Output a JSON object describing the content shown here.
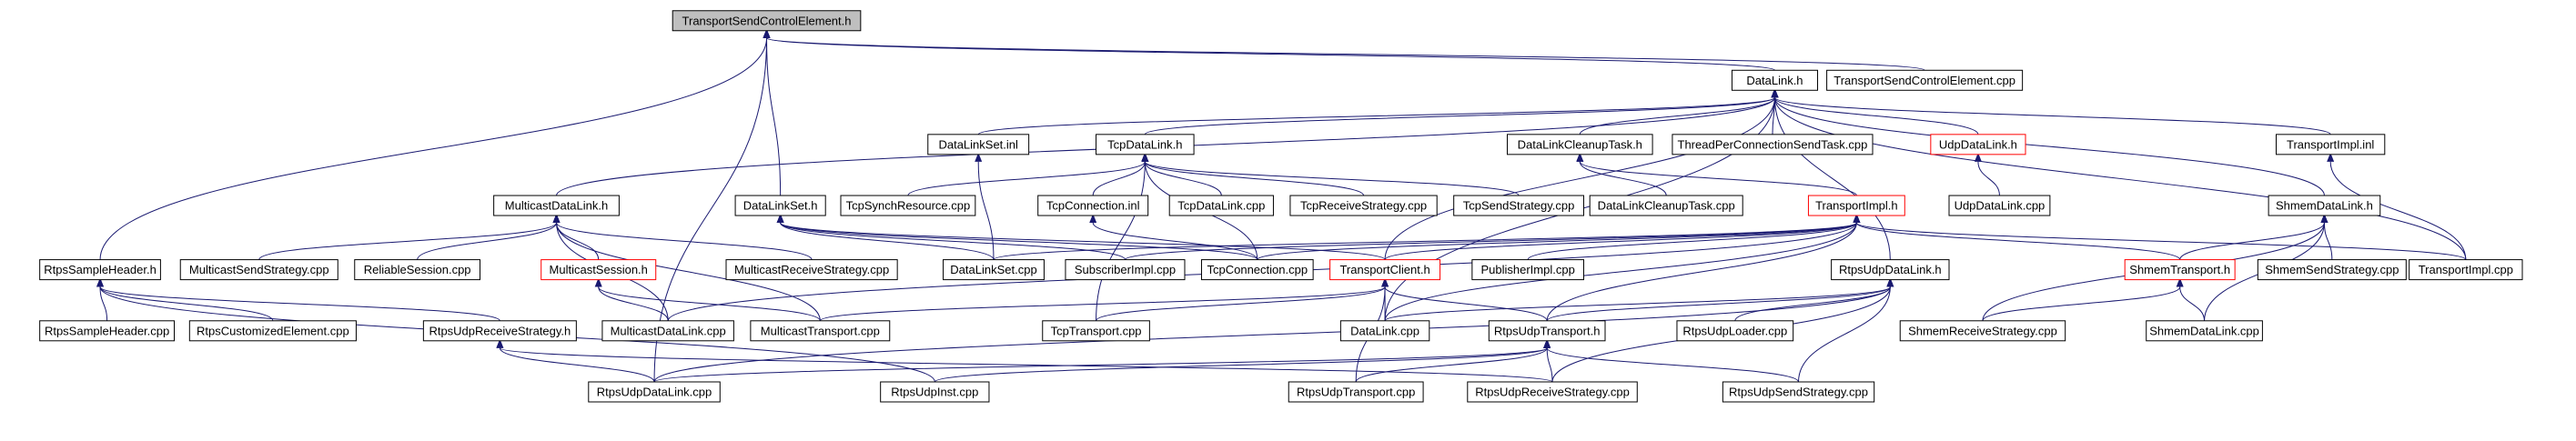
{
  "diagram": {
    "colors": {
      "root_fill": "#bfbfbf",
      "node_fill": "#ffffff",
      "node_border": "#000000",
      "broken_border": "#ff0000",
      "edge": "#191970"
    },
    "nodes": {
      "TransportSendControlElement_h": {
        "label": "TransportSendControlElement.h",
        "root": true
      },
      "DataLink_h": {
        "label": "DataLink.h"
      },
      "TransportSendControlElement_cpp": {
        "label": "TransportSendControlElement.cpp"
      },
      "DataLinkSet_inl": {
        "label": "DataLinkSet.inl"
      },
      "TcpDataLink_h": {
        "label": "TcpDataLink.h"
      },
      "DataLinkCleanupTask_h": {
        "label": "DataLinkCleanupTask.h"
      },
      "ThreadPerConnectionSendTask_cpp": {
        "label": "ThreadPerConnectionSendTask.cpp"
      },
      "UdpDataLink_h": {
        "label": "UdpDataLink.h",
        "broken": true
      },
      "TransportImpl_inl": {
        "label": "TransportImpl.inl"
      },
      "MulticastDataLink_h": {
        "label": "MulticastDataLink.h"
      },
      "DataLinkSet_h": {
        "label": "DataLinkSet.h"
      },
      "TcpSynchResource_cpp": {
        "label": "TcpSynchResource.cpp"
      },
      "TcpConnection_inl": {
        "label": "TcpConnection.inl"
      },
      "TcpDataLink_cpp": {
        "label": "TcpDataLink.cpp"
      },
      "TcpReceiveStrategy_cpp": {
        "label": "TcpReceiveStrategy.cpp"
      },
      "TcpSendStrategy_cpp": {
        "label": "TcpSendStrategy.cpp"
      },
      "DataLinkCleanupTask_cpp": {
        "label": "DataLinkCleanupTask.cpp"
      },
      "TransportImpl_h": {
        "label": "TransportImpl.h",
        "broken": true
      },
      "UdpDataLink_cpp": {
        "label": "UdpDataLink.cpp"
      },
      "ShmemDataLink_h": {
        "label": "ShmemDataLink.h"
      },
      "RtpsSampleHeader_h": {
        "label": "RtpsSampleHeader.h"
      },
      "MulticastSendStrategy_cpp": {
        "label": "MulticastSendStrategy.cpp"
      },
      "ReliableSession_cpp": {
        "label": "ReliableSession.cpp"
      },
      "MulticastSession_h": {
        "label": "MulticastSession.h",
        "broken": true
      },
      "MulticastReceiveStrategy_cpp": {
        "label": "MulticastReceiveStrategy.cpp"
      },
      "DataLinkSet_cpp": {
        "label": "DataLinkSet.cpp"
      },
      "SubscriberImpl_cpp": {
        "label": "SubscriberImpl.cpp"
      },
      "TcpConnection_cpp": {
        "label": "TcpConnection.cpp"
      },
      "TransportClient_h": {
        "label": "TransportClient.h",
        "broken": true
      },
      "PublisherImpl_cpp": {
        "label": "PublisherImpl.cpp"
      },
      "RtpsUdpDataLink_h": {
        "label": "RtpsUdpDataLink.h"
      },
      "ShmemTransport_h": {
        "label": "ShmemTransport.h",
        "broken": true
      },
      "ShmemSendStrategy_cpp": {
        "label": "ShmemSendStrategy.cpp"
      },
      "TransportImpl_cpp": {
        "label": "TransportImpl.cpp"
      },
      "RtpsSampleHeader_cpp": {
        "label": "RtpsSampleHeader.cpp"
      },
      "RtpsCustomizedElement_cpp": {
        "label": "RtpsCustomizedElement.cpp"
      },
      "RtpsUdpReceiveStrategy_h": {
        "label": "RtpsUdpReceiveStrategy.h"
      },
      "MulticastDataLink_cpp": {
        "label": "MulticastDataLink.cpp"
      },
      "MulticastTransport_cpp": {
        "label": "MulticastTransport.cpp"
      },
      "TcpTransport_cpp": {
        "label": "TcpTransport.cpp"
      },
      "DataLink_cpp": {
        "label": "DataLink.cpp"
      },
      "RtpsUdpTransport_h": {
        "label": "RtpsUdpTransport.h"
      },
      "RtpsUdpLoader_cpp": {
        "label": "RtpsUdpLoader.cpp"
      },
      "ShmemReceiveStrategy_cpp": {
        "label": "ShmemReceiveStrategy.cpp"
      },
      "ShmemDataLink_cpp": {
        "label": "ShmemDataLink.cpp"
      },
      "RtpsUdpDataLink_cpp": {
        "label": "RtpsUdpDataLink.cpp"
      },
      "RtpsUdpInst_cpp": {
        "label": "RtpsUdpInst.cpp"
      },
      "RtpsUdpTransport_cpp": {
        "label": "RtpsUdpTransport.cpp"
      },
      "RtpsUdpReceiveStrategy_cpp": {
        "label": "RtpsUdpReceiveStrategy.cpp"
      },
      "RtpsUdpSendStrategy_cpp": {
        "label": "RtpsUdpSendStrategy.cpp"
      }
    },
    "edges": [
      [
        "TransportSendControlElement_h",
        "DataLink_h"
      ],
      [
        "TransportSendControlElement_h",
        "TransportSendControlElement_cpp"
      ],
      [
        "TransportSendControlElement_h",
        "DataLinkSet_h"
      ],
      [
        "TransportSendControlElement_h",
        "RtpsSampleHeader_h"
      ],
      [
        "TransportSendControlElement_h",
        "RtpsUdpDataLink_cpp"
      ],
      [
        "DataLink_h",
        "DataLinkSet_inl"
      ],
      [
        "DataLink_h",
        "TcpDataLink_h"
      ],
      [
        "DataLink_h",
        "DataLinkCleanupTask_h"
      ],
      [
        "DataLink_h",
        "ThreadPerConnectionSendTask_cpp"
      ],
      [
        "DataLink_h",
        "UdpDataLink_h"
      ],
      [
        "DataLink_h",
        "TransportImpl_inl"
      ],
      [
        "DataLink_h",
        "MulticastDataLink_h"
      ],
      [
        "DataLink_h",
        "ShmemDataLink_h"
      ],
      [
        "DataLink_h",
        "RtpsUdpDataLink_h"
      ],
      [
        "DataLink_h",
        "DataLink_cpp"
      ],
      [
        "DataLink_h",
        "TransportImpl_cpp"
      ],
      [
        "DataLink_h",
        "TransportClient_h"
      ],
      [
        "DataLinkSet_inl",
        "DataLinkSet_cpp"
      ],
      [
        "TcpDataLink_h",
        "TcpSynchResource_cpp"
      ],
      [
        "TcpDataLink_h",
        "TcpConnection_inl"
      ],
      [
        "TcpDataLink_h",
        "TcpDataLink_cpp"
      ],
      [
        "TcpDataLink_h",
        "TcpReceiveStrategy_cpp"
      ],
      [
        "TcpDataLink_h",
        "TcpSendStrategy_cpp"
      ],
      [
        "TcpDataLink_h",
        "TcpConnection_cpp"
      ],
      [
        "TcpDataLink_h",
        "TcpTransport_cpp"
      ],
      [
        "TcpConnection_inl",
        "TcpConnection_cpp"
      ],
      [
        "DataLinkCleanupTask_h",
        "DataLinkCleanupTask_cpp"
      ],
      [
        "DataLinkCleanupTask_h",
        "TransportImpl_h"
      ],
      [
        "UdpDataLink_h",
        "UdpDataLink_cpp"
      ],
      [
        "TransportImpl_inl",
        "TransportImpl_cpp"
      ],
      [
        "ShmemDataLink_h",
        "ShmemTransport_h"
      ],
      [
        "ShmemDataLink_h",
        "ShmemSendStrategy_cpp"
      ],
      [
        "ShmemDataLink_h",
        "ShmemDataLink_cpp"
      ],
      [
        "ShmemDataLink_h",
        "ShmemReceiveStrategy_cpp"
      ],
      [
        "ShmemTransport_h",
        "ShmemReceiveStrategy_cpp"
      ],
      [
        "ShmemTransport_h",
        "ShmemDataLink_cpp"
      ],
      [
        "MulticastDataLink_h",
        "MulticastSendStrategy_cpp"
      ],
      [
        "MulticastDataLink_h",
        "ReliableSession_cpp"
      ],
      [
        "MulticastDataLink_h",
        "MulticastSession_h"
      ],
      [
        "MulticastDataLink_h",
        "MulticastReceiveStrategy_cpp"
      ],
      [
        "MulticastDataLink_h",
        "MulticastDataLink_cpp"
      ],
      [
        "MulticastDataLink_h",
        "MulticastTransport_cpp"
      ],
      [
        "MulticastSession_h",
        "MulticastDataLink_cpp"
      ],
      [
        "MulticastSession_h",
        "MulticastTransport_cpp"
      ],
      [
        "DataLinkSet_h",
        "DataLinkSet_cpp"
      ],
      [
        "DataLinkSet_h",
        "SubscriberImpl_cpp"
      ],
      [
        "DataLinkSet_h",
        "TcpConnection_cpp"
      ],
      [
        "DataLinkSet_h",
        "TransportClient_h"
      ],
      [
        "TransportImpl_h",
        "DataLinkSet_cpp"
      ],
      [
        "TransportImpl_h",
        "SubscriberImpl_cpp"
      ],
      [
        "TransportImpl_h",
        "TcpConnection_cpp"
      ],
      [
        "TransportImpl_h",
        "TransportClient_h"
      ],
      [
        "TransportImpl_h",
        "PublisherImpl_cpp"
      ],
      [
        "TransportImpl_h",
        "ShmemTransport_h"
      ],
      [
        "TransportImpl_h",
        "TransportImpl_cpp"
      ],
      [
        "TransportImpl_h",
        "DataLink_cpp"
      ],
      [
        "TransportImpl_h",
        "RtpsUdpTransport_h"
      ],
      [
        "TransportImpl_h",
        "MulticastDataLink_cpp"
      ],
      [
        "TransportClient_h",
        "DataLink_cpp"
      ],
      [
        "TransportClient_h",
        "RtpsUdpTransport_h"
      ],
      [
        "TransportClient_h",
        "TcpTransport_cpp"
      ],
      [
        "TransportClient_h",
        "MulticastTransport_cpp"
      ],
      [
        "TransportClient_h",
        "RtpsUdpTransport_cpp"
      ],
      [
        "RtpsUdpDataLink_h",
        "DataLink_cpp"
      ],
      [
        "RtpsUdpDataLink_h",
        "RtpsUdpTransport_h"
      ],
      [
        "RtpsUdpDataLink_h",
        "RtpsUdpLoader_cpp"
      ],
      [
        "RtpsUdpDataLink_h",
        "RtpsUdpDataLink_cpp"
      ],
      [
        "RtpsUdpDataLink_h",
        "RtpsUdpSendStrategy_cpp"
      ],
      [
        "RtpsUdpDataLink_h",
        "RtpsUdpReceiveStrategy_cpp"
      ],
      [
        "RtpsSampleHeader_h",
        "RtpsSampleHeader_cpp"
      ],
      [
        "RtpsSampleHeader_h",
        "RtpsCustomizedElement_cpp"
      ],
      [
        "RtpsSampleHeader_h",
        "RtpsUdpReceiveStrategy_h"
      ],
      [
        "RtpsSampleHeader_h",
        "RtpsUdpInst_cpp"
      ],
      [
        "RtpsUdpReceiveStrategy_h",
        "RtpsUdpDataLink_cpp"
      ],
      [
        "RtpsUdpReceiveStrategy_h",
        "RtpsUdpReceiveStrategy_cpp"
      ],
      [
        "RtpsUdpTransport_h",
        "RtpsUdpDataLink_cpp"
      ],
      [
        "RtpsUdpTransport_h",
        "RtpsUdpInst_cpp"
      ],
      [
        "RtpsUdpTransport_h",
        "RtpsUdpTransport_cpp"
      ],
      [
        "RtpsUdpTransport_h",
        "RtpsUdpReceiveStrategy_cpp"
      ],
      [
        "RtpsUdpTransport_h",
        "RtpsUdpSendStrategy_cpp"
      ]
    ]
  }
}
